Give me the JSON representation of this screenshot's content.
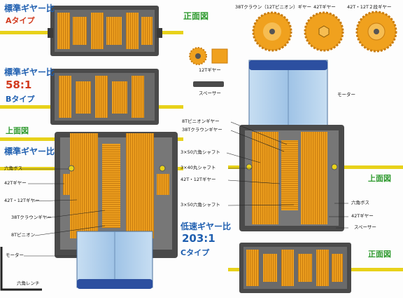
{
  "headings": {
    "std_ratio_a": "標準ギヤー比",
    "type_a": "Aタイプ",
    "std_ratio_b": "標準ギヤー比",
    "ratio_b_value": "58:1",
    "type_b": "Bタイプ",
    "top_view_left": "上面図",
    "std_ratio_bottom": "標準ギヤー比",
    "front_view_top": "正面図",
    "top_view_right": "上面図",
    "low_ratio": "低速ギヤー比",
    "ratio_c_value": "203:1",
    "type_c": "Cタイプ",
    "front_view_bottom": "正面図"
  },
  "parts": {
    "crown_38t": "38Tクラウン（12Tピニオン）ギヤー",
    "gear_42t": "42Tギヤー",
    "gear_42t_12t_double": "42T・12T２段ギヤー",
    "gear_12t": "12Tギヤー",
    "spacer_top": "スペーサー",
    "motor_right": "モーター"
  },
  "callouts_center": {
    "pinion_8t": "8Tピニオンギヤー",
    "crown_38t": "38Tクラウンギヤー",
    "hex_shaft_3x50_a": "3×50六角シャフト",
    "round_shaft_3x40": "3×40丸シャフト",
    "gear_42t_12t": "42T・12Tギヤー",
    "hex_shaft_3x50_b": "3×50六角シャフト"
  },
  "callouts_left": {
    "hex_boss": "六角ボス",
    "gear_42t": "42Tギヤー",
    "gear_42t_12t": "42T・12Tギヤー",
    "crown_38t": "38Tクラウンギヤー",
    "pinion_8t": "8Tピニオン",
    "motor": "モーター",
    "hex_wrench": "六角レンチ"
  },
  "callouts_right": {
    "hex_boss": "六角ボス",
    "gear_42t": "42Tギヤー",
    "spacer": "スペーサー"
  },
  "colors": {
    "gear_orange": "#f0a11e",
    "frame_dark": "#4a4a4a",
    "motor_blue": "#9fc3e6",
    "shaft_yellow": "#e8d21a",
    "heading_blue": "#1f5fb0",
    "heading_green": "#2f9a2f",
    "ratio_red": "#d23b1e"
  }
}
